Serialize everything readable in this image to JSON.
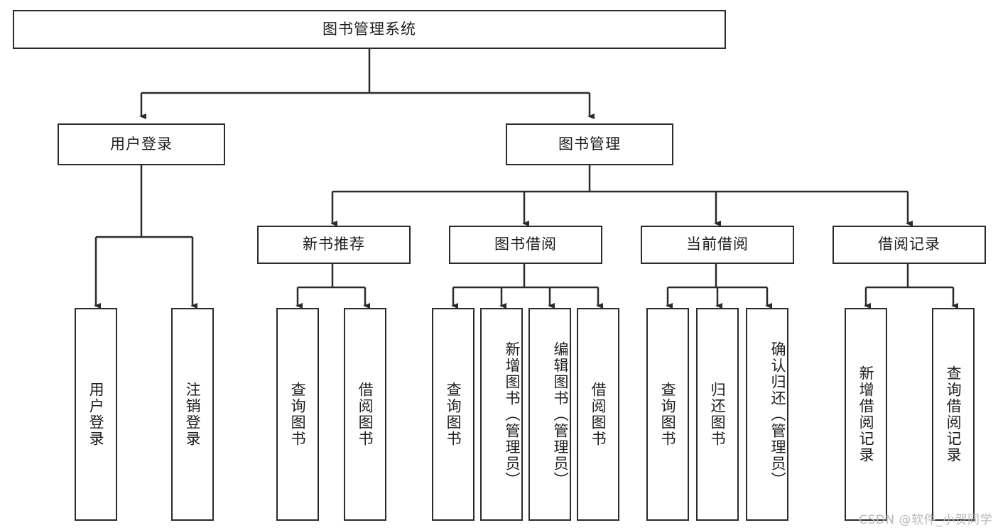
{
  "diagram": {
    "title": "图书管理系统",
    "type": "hierarchy-tree",
    "orientation": "top-down",
    "stroke_color": "#2b2b2b",
    "fill_color": "#ffffff",
    "text_color": "#1d1d1d"
  },
  "nodes": {
    "root": {
      "label": "图书管理系统",
      "level": 0,
      "text_direction": "horizontal"
    },
    "l1": [
      {
        "id": "user_login",
        "label": "用户登录",
        "level": 1,
        "text_direction": "horizontal"
      },
      {
        "id": "book_manage",
        "label": "图书管理",
        "level": 1,
        "text_direction": "horizontal"
      }
    ],
    "l2": [
      {
        "id": "new_book_rec",
        "label": "新书推荐",
        "level": 2,
        "text_direction": "horizontal"
      },
      {
        "id": "book_borrow",
        "label": "图书借阅",
        "level": 2,
        "text_direction": "horizontal"
      },
      {
        "id": "current_borrow",
        "label": "当前借阅",
        "level": 2,
        "text_direction": "horizontal"
      },
      {
        "id": "borrow_record",
        "label": "借阅记录",
        "level": 2,
        "text_direction": "horizontal"
      }
    ],
    "leaves": [
      {
        "id": "leaf_user_login",
        "label": "用户登录",
        "parent": "user_login",
        "text_direction": "vertical"
      },
      {
        "id": "leaf_logout",
        "label": "注销登录",
        "parent": "user_login",
        "text_direction": "vertical"
      },
      {
        "id": "leaf_query_book_1",
        "label": "查询图书",
        "parent": "new_book_rec",
        "text_direction": "vertical"
      },
      {
        "id": "leaf_borrow_book_1",
        "label": "借阅图书",
        "parent": "new_book_rec",
        "text_direction": "vertical"
      },
      {
        "id": "leaf_query_book_2",
        "label": "查询图书",
        "parent": "book_borrow",
        "text_direction": "vertical"
      },
      {
        "id": "leaf_add_book",
        "label": "新增图书（管理员）",
        "parent": "book_borrow",
        "text_direction": "vertical"
      },
      {
        "id": "leaf_edit_book",
        "label": "编辑图书（管理员）",
        "parent": "book_borrow",
        "text_direction": "vertical"
      },
      {
        "id": "leaf_borrow_book_2",
        "label": "借阅图书",
        "parent": "book_borrow",
        "text_direction": "vertical"
      },
      {
        "id": "leaf_query_book_3",
        "label": "查询图书",
        "parent": "current_borrow",
        "text_direction": "vertical"
      },
      {
        "id": "leaf_return_book",
        "label": "归还图书",
        "parent": "current_borrow",
        "text_direction": "vertical"
      },
      {
        "id": "leaf_confirm_return",
        "label": "确认归还（管理员）",
        "parent": "current_borrow",
        "text_direction": "vertical"
      },
      {
        "id": "leaf_add_record",
        "label": "新增借阅记录",
        "parent": "borrow_record",
        "text_direction": "vertical"
      },
      {
        "id": "leaf_query_record",
        "label": "查询借阅记录",
        "parent": "borrow_record",
        "text_direction": "vertical"
      }
    ]
  },
  "watermark": {
    "text": "CSDN @软件_小贺同学"
  }
}
